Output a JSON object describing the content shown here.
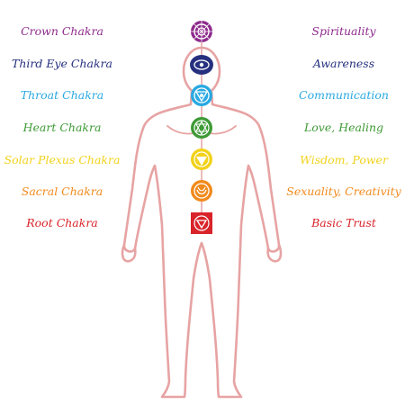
{
  "chakras": [
    {
      "name": "Crown Chakra",
      "meaning": "Spirituality",
      "color": "#8e2a8c",
      "icon": "crown-chakra-icon"
    },
    {
      "name": "Third Eye Chakra",
      "meaning": "Awareness",
      "color": "#26307f",
      "icon": "third-eye-chakra-icon"
    },
    {
      "name": "Throat Chakra",
      "meaning": "Communication",
      "color": "#29a9e1",
      "icon": "throat-chakra-icon"
    },
    {
      "name": "Heart Chakra",
      "meaning": "Love, Healing",
      "color": "#3e9a35",
      "icon": "heart-chakra-icon"
    },
    {
      "name": "Solar Plexus Chakra",
      "meaning": "Wisdom, Power",
      "color": "#f2d21a",
      "icon": "solar-plexus-chakra-icon"
    },
    {
      "name": "Sacral Chakra",
      "meaning": "Sexuality, Creativity",
      "color": "#f18a1c",
      "icon": "sacral-chakra-icon"
    },
    {
      "name": "Root Chakra",
      "meaning": "Basic Trust",
      "color": "#d9232a",
      "icon": "root-chakra-icon"
    }
  ],
  "colors": {
    "outline": "#e7a3a3",
    "background": "#ffffff"
  }
}
